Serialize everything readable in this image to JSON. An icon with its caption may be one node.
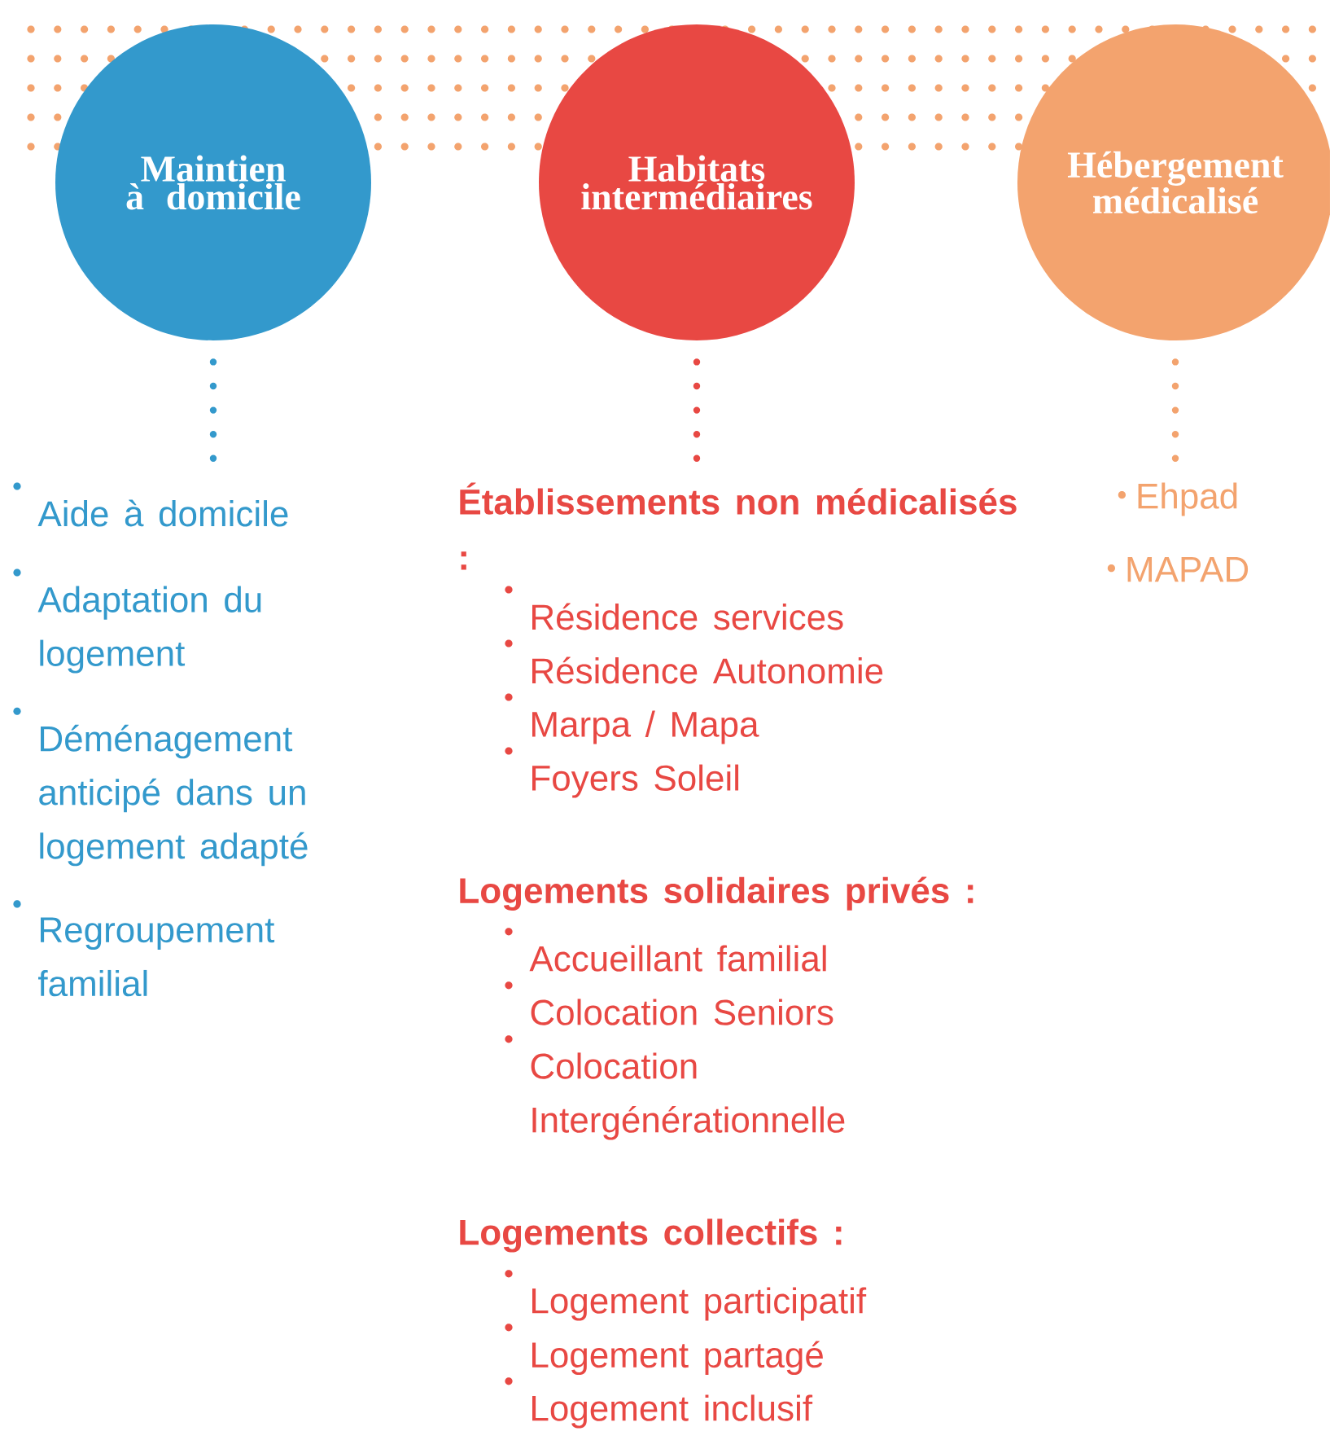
{
  "diagram": {
    "nodes": [
      {
        "text": [
          "Maintien à domicile"
        ]
      },
      {
        "text": [
          "Habitats intermédiaires"
        ]
      },
      {
        "text": [
          "Hébergement médicalisé"
        ]
      },
      {
        "text": [
          "Aide à domicile",
          "Adaptation du logement",
          "Déménagement anticipé dans un logement adapté",
          "Regroupement familial"
        ]
      },
      {
        "text": [
          "Établissements non médicalisés :",
          "Résidence services",
          "Résidence Autonomie",
          "Marpa / Mapa",
          "Foyers Soleil"
        ]
      },
      {
        "text": [
          "Logements solidaires privés :",
          "Accueillant familial",
          "Colocation Seniors",
          "Colocation Intergénérationnelle"
        ]
      },
      {
        "text": [
          "Logements collectifs :",
          "Logement participatif",
          "Logement partagé",
          "Logement inclusif"
        ]
      },
      {
        "text": [
          "Ehpad",
          "MAPAD"
        ]
      }
    ],
    "edges": [
      {
        "from": 0,
        "to": 3,
        "arrow": "none",
        "color": "#3399cc"
      },
      {
        "from": 1,
        "to": 4,
        "arrow": "none",
        "color": "#e84843"
      },
      {
        "from": 2,
        "to": 7,
        "arrow": "none",
        "color": "#f3a36e"
      }
    ]
  }
}
